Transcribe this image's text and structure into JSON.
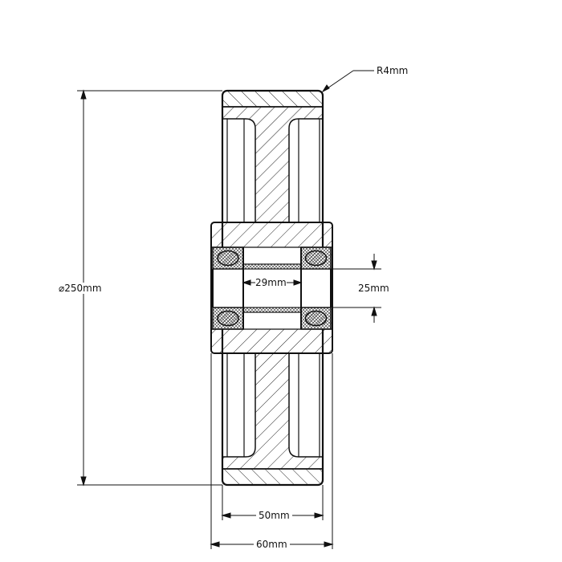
{
  "dimensions": {
    "radius": "R4mm",
    "outer_diameter": "⌀250mm",
    "bearing_spacing": "29mm",
    "bore": "25mm",
    "tread_width": "50mm",
    "hub_width": "60mm"
  },
  "colors": {
    "line": "#111111",
    "background": "#ffffff"
  }
}
